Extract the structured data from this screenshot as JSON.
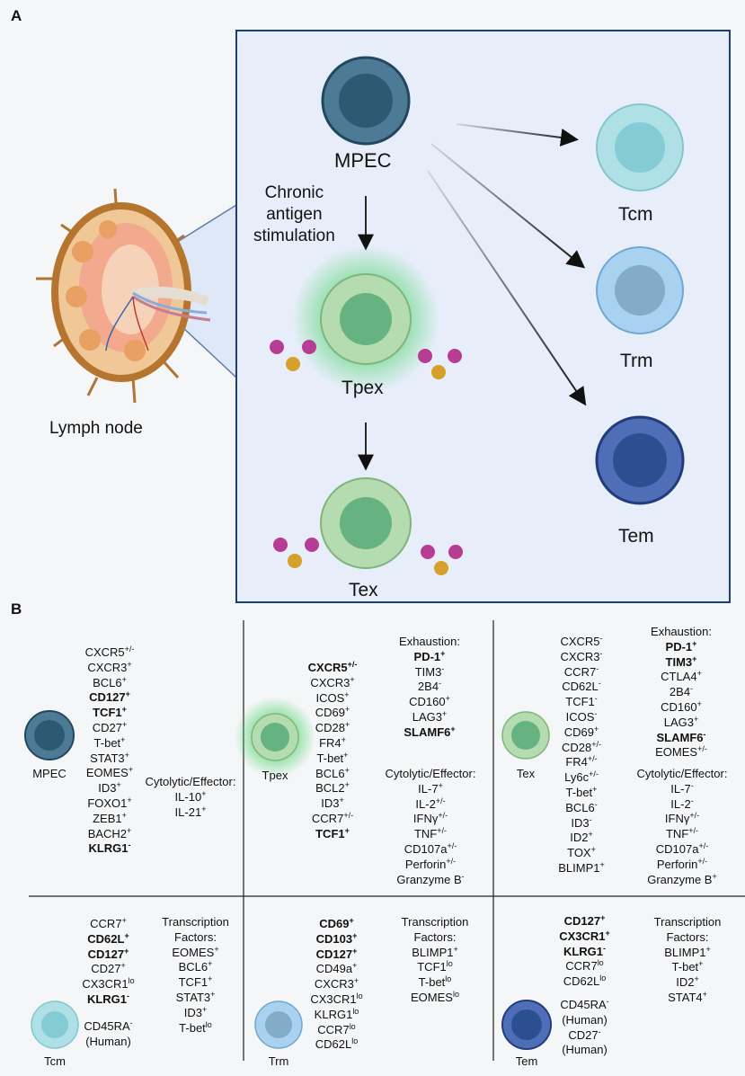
{
  "panels": {
    "a": "A",
    "b": "B"
  },
  "panel_a": {
    "lymph_node": "Lymph node",
    "mpec": "MPEC",
    "chronic": [
      "Chronic",
      "antigen",
      "stimulation"
    ],
    "tpex": "Tpex",
    "tex": "Tex",
    "tcm": "Tcm",
    "trm": "Trm",
    "tem": "Tem"
  },
  "panel_b": {
    "mpec": {
      "name": "MPEC",
      "markers": [
        {
          "t": "CXCR5",
          "s": "+/-",
          "b": false
        },
        {
          "t": "CXCR3",
          "s": "+",
          "b": false
        },
        {
          "t": "BCL6",
          "s": "+",
          "b": false
        },
        {
          "t": "CD127",
          "s": "+",
          "b": true
        },
        {
          "t": "TCF1",
          "s": "+",
          "b": true
        },
        {
          "t": "CD27",
          "s": "+",
          "b": false
        },
        {
          "t": "T-bet",
          "s": "+",
          "b": false
        },
        {
          "t": "STAT3",
          "s": "+",
          "b": false
        },
        {
          "t": "EOMES",
          "s": "+",
          "b": false
        },
        {
          "t": "ID3",
          "s": "+",
          "b": false
        },
        {
          "t": "FOXO1",
          "s": "+",
          "b": false
        },
        {
          "t": "ZEB1",
          "s": "+",
          "b": false
        },
        {
          "t": "BACH2",
          "s": "+",
          "b": false
        },
        {
          "t": "KLRG1",
          "s": "-",
          "b": true
        }
      ],
      "cyto_title": "Cytolytic/Effector:",
      "cyto": [
        {
          "t": "IL-10",
          "s": "+",
          "b": false
        },
        {
          "t": "IL-21",
          "s": "+",
          "b": false
        }
      ]
    },
    "tpex": {
      "name": "Tpex",
      "markers": [
        {
          "t": "CXCR5",
          "s": "+/-",
          "b": true
        },
        {
          "t": "CXCR3",
          "s": "+",
          "b": false
        },
        {
          "t": "ICOS",
          "s": "+",
          "b": false
        },
        {
          "t": "CD69",
          "s": "+",
          "b": false
        },
        {
          "t": "CD28",
          "s": "+",
          "b": false
        },
        {
          "t": "FR4",
          "s": "+",
          "b": false
        },
        {
          "t": "T-bet",
          "s": "+",
          "b": false
        },
        {
          "t": "BCL6",
          "s": "+",
          "b": false
        },
        {
          "t": "BCL2",
          "s": "+",
          "b": false
        },
        {
          "t": "ID3",
          "s": "+",
          "b": false
        },
        {
          "t": "CCR7",
          "s": "+/-",
          "b": false
        },
        {
          "t": "TCF1",
          "s": "+",
          "b": true
        }
      ],
      "exh_title": "Exhaustion:",
      "exh": [
        {
          "t": "PD-1",
          "s": "+",
          "b": true
        },
        {
          "t": "TIM3",
          "s": "-",
          "b": false
        },
        {
          "t": "2B4",
          "s": "-",
          "b": false
        },
        {
          "t": "CD160",
          "s": "+",
          "b": false
        },
        {
          "t": "LAG3",
          "s": "+",
          "b": false
        },
        {
          "t": "SLAMF6",
          "s": "+",
          "b": true
        }
      ],
      "cyto_title": "Cytolytic/Effector:",
      "cyto": [
        {
          "t": "IL-7",
          "s": "+",
          "b": false
        },
        {
          "t": "IL-2",
          "s": "+/-",
          "b": false
        },
        {
          "t": "IFNγ",
          "s": "+/-",
          "b": false
        },
        {
          "t": "TNF",
          "s": "+/-",
          "b": false
        },
        {
          "t": "CD107a",
          "s": "+/-",
          "b": false
        },
        {
          "t": "Perforin",
          "s": "+/-",
          "b": false
        },
        {
          "t": "Granzyme B",
          "s": "-",
          "b": false
        }
      ]
    },
    "tex": {
      "name": "Tex",
      "markers": [
        {
          "t": "CXCR5",
          "s": "-",
          "b": false
        },
        {
          "t": "CXCR3",
          "s": "-",
          "b": false
        },
        {
          "t": "CCR7",
          "s": "-",
          "b": false
        },
        {
          "t": "CD62L",
          "s": "-",
          "b": false
        },
        {
          "t": "TCF1",
          "s": "-",
          "b": false
        },
        {
          "t": "ICOS",
          "s": "-",
          "b": false
        },
        {
          "t": "CD69",
          "s": "+",
          "b": false
        },
        {
          "t": "CD28",
          "s": "+/-",
          "b": false
        },
        {
          "t": "FR4",
          "s": "+/-",
          "b": false
        },
        {
          "t": "Ly6c",
          "s": "+/-",
          "b": false
        },
        {
          "t": "T-bet",
          "s": "+",
          "b": false
        },
        {
          "t": "BCL6",
          "s": "-",
          "b": false
        },
        {
          "t": "ID3",
          "s": "-",
          "b": false
        },
        {
          "t": "ID2",
          "s": "+",
          "b": false
        },
        {
          "t": "TOX",
          "s": "+",
          "b": false
        },
        {
          "t": "BLIMP1",
          "s": "+",
          "b": false
        }
      ],
      "exh_title": "Exhaustion:",
      "exh": [
        {
          "t": "PD-1",
          "s": "+",
          "b": true
        },
        {
          "t": "TIM3",
          "s": "+",
          "b": true
        },
        {
          "t": "CTLA4",
          "s": "+",
          "b": false
        },
        {
          "t": "2B4",
          "s": "-",
          "b": false
        },
        {
          "t": "CD160",
          "s": "+",
          "b": false
        },
        {
          "t": "LAG3",
          "s": "+",
          "b": false
        },
        {
          "t": "SLAMF6",
          "s": "-",
          "b": true
        },
        {
          "t": "EOMES",
          "s": "+/-",
          "b": false
        }
      ],
      "cyto_title": "Cytolytic/Effector:",
      "cyto": [
        {
          "t": "IL-7",
          "s": "-",
          "b": false
        },
        {
          "t": "IL-2",
          "s": "-",
          "b": false
        },
        {
          "t": "IFNγ",
          "s": "+/-",
          "b": false
        },
        {
          "t": "TNF",
          "s": "+/-",
          "b": false
        },
        {
          "t": "CD107a",
          "s": "+/-",
          "b": false
        },
        {
          "t": "Perforin",
          "s": "+/-",
          "b": false
        },
        {
          "t": "Granzyme B",
          "s": "+",
          "b": false
        }
      ]
    },
    "tcm": {
      "name": "Tcm",
      "markers": [
        {
          "t": "CCR7",
          "s": "+",
          "b": false
        },
        {
          "t": "CD62L",
          "s": "+",
          "b": true
        },
        {
          "t": "CD127",
          "s": "+",
          "b": true
        },
        {
          "t": "CD27",
          "s": "+",
          "b": false
        },
        {
          "t": "CX3CR1",
          "s": "lo",
          "b": false
        },
        {
          "t": "KLRG1",
          "s": "-",
          "b": true
        }
      ],
      "human": [
        {
          "t": "CD45RA",
          "s": "-",
          "b": false
        },
        {
          "t": "(Human)",
          "s": "",
          "b": false
        }
      ],
      "tf_title": [
        "Transcription",
        "Factors:"
      ],
      "tf": [
        {
          "t": "EOMES",
          "s": "+",
          "b": false
        },
        {
          "t": "BCL6",
          "s": "+",
          "b": false
        },
        {
          "t": "TCF1",
          "s": "+",
          "b": false
        },
        {
          "t": "STAT3",
          "s": "+",
          "b": false
        },
        {
          "t": "ID3",
          "s": "+",
          "b": false
        },
        {
          "t": "T-bet",
          "s": "lo",
          "b": false
        }
      ]
    },
    "trm": {
      "name": "Trm",
      "markers": [
        {
          "t": "CD69",
          "s": "+",
          "b": true
        },
        {
          "t": "CD103",
          "s": "+",
          "b": true
        },
        {
          "t": "CD127",
          "s": "+",
          "b": true
        },
        {
          "t": "CD49a",
          "s": "+",
          "b": false
        },
        {
          "t": "CXCR3",
          "s": "+",
          "b": false
        },
        {
          "t": "CX3CR1",
          "s": "lo",
          "b": false
        },
        {
          "t": "KLRG1",
          "s": "lo",
          "b": false
        },
        {
          "t": "CCR7",
          "s": "lo",
          "b": false
        },
        {
          "t": "CD62L",
          "s": "lo",
          "b": false
        }
      ],
      "tf_title": [
        "Transcription",
        "Factors:"
      ],
      "tf": [
        {
          "t": "BLIMP1",
          "s": "+",
          "b": false
        },
        {
          "t": "TCF1",
          "s": "lo",
          "b": false
        },
        {
          "t": "T-bet",
          "s": "lo",
          "b": false
        },
        {
          "t": "EOMES",
          "s": "lo",
          "b": false
        }
      ]
    },
    "tem": {
      "name": "Tem",
      "markers": [
        {
          "t": "CD127",
          "s": "+",
          "b": true
        },
        {
          "t": "CX3CR1",
          "s": "+",
          "b": true
        },
        {
          "t": "KLRG1",
          "s": "-",
          "b": true
        },
        {
          "t": "CCR7",
          "s": "lo",
          "b": false
        },
        {
          "t": "CD62L",
          "s": "lo",
          "b": false
        }
      ],
      "human": [
        {
          "t": "CD45RA",
          "s": "-",
          "b": false
        },
        {
          "t": "(Human)",
          "s": "",
          "b": false
        },
        {
          "t": "CD27",
          "s": "-",
          "b": false
        },
        {
          "t": "(Human)",
          "s": "",
          "b": false
        }
      ],
      "tf_title": [
        "Transcription",
        "Factors:"
      ],
      "tf": [
        {
          "t": "BLIMP1",
          "s": "+",
          "b": false
        },
        {
          "t": "T-bet",
          "s": "+",
          "b": false
        },
        {
          "t": "ID2",
          "s": "+",
          "b": false
        },
        {
          "t": "STAT4",
          "s": "+",
          "b": false
        }
      ]
    }
  }
}
